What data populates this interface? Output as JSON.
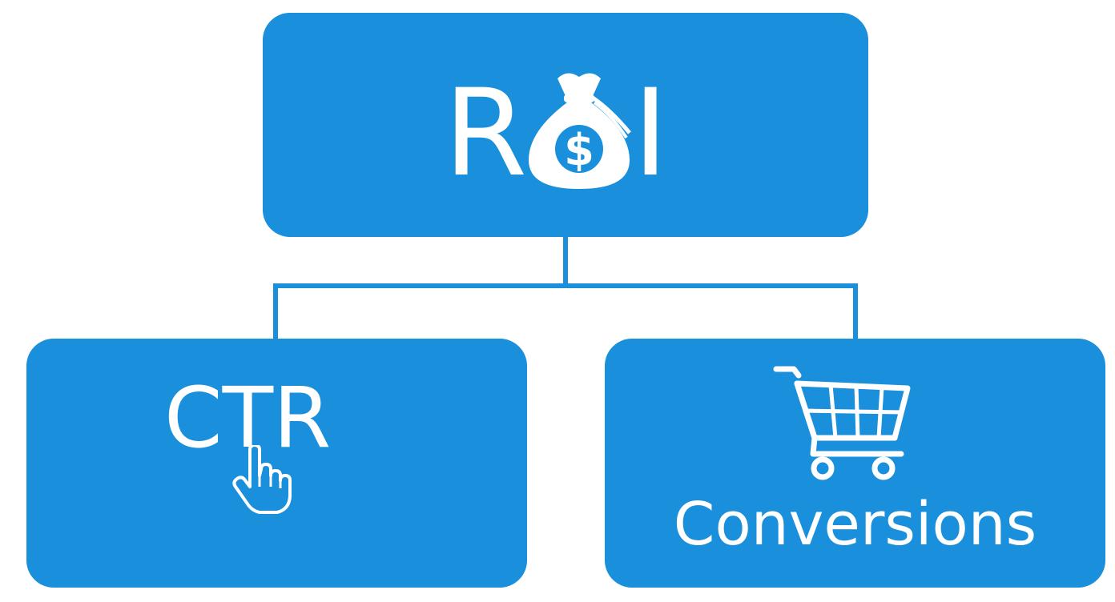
{
  "diagram": {
    "colors": {
      "box_fill": "#1a8fdb",
      "connector": "#1a8fdb",
      "text": "#ffffff",
      "background": "#ffffff"
    },
    "root": {
      "label_letters": [
        "R",
        "I"
      ],
      "label_full": "ROI",
      "icon": "money-bag-icon"
    },
    "children": [
      {
        "label": "CTR",
        "icon": "cursor-hand-icon"
      },
      {
        "label": "Conversions",
        "icon": "shopping-cart-icon"
      }
    ]
  }
}
